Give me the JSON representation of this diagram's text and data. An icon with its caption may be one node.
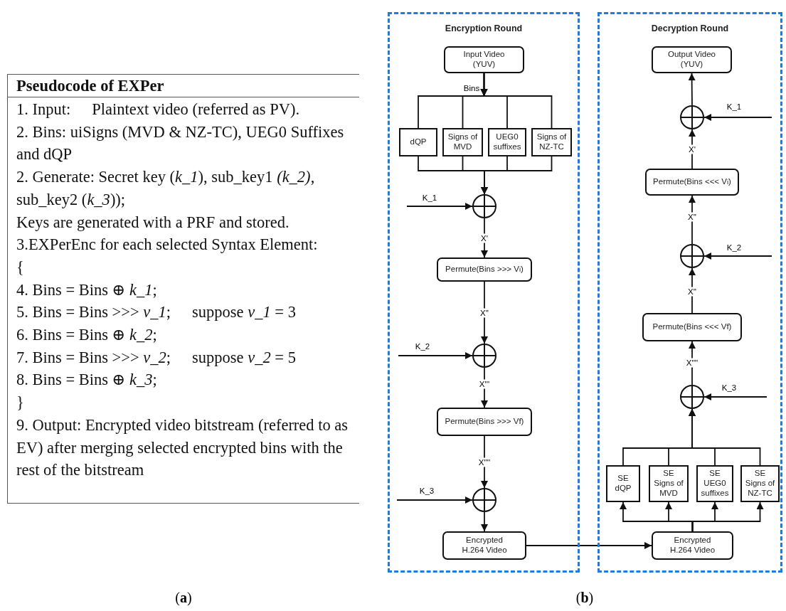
{
  "diagram": {
    "nodes": [
      {
        "text": [
          "Pseudocode of EXPer",
          "1. Input:",
          "Plaintext video (referred as PV).",
          "2. Bins: uiSigns (MVD & NZ-TC), UEG0 Suffixes and dQP",
          "2. Generate: Secret key (*k_1*), sub_key1 *(k_2)*, sub_key2 (*k_3*));",
          "Keys are generated with a PRF and stored.",
          "3.EXPerEnc for each selected Syntax Element:",
          "{",
          "4. Bins = Bins ⊕ *k_1*;",
          "5. Bins = Bins >>> *v_1*;",
          "suppose *v_1* = 3",
          "6. Bins = Bins ⊕ *k_2*;",
          "7. Bins = Bins >>> *v_2*;",
          "suppose *v_2* = 5",
          "8. Bins = Bins ⊕ *k_3*;",
          "}",
          "9. Output: Encrypted video bitstream (referred to as EV) after merging selected encrypted bins with the rest of the bitstream"
        ]
      },
      {
        "text": [
          "Encryption Round"
        ]
      },
      {
        "text": [
          "Decryption Round"
        ]
      },
      {
        "text": [
          "Input Video (YUV)"
        ],
        "in": 1
      },
      {
        "text": [
          "dQP"
        ],
        "in": 1
      },
      {
        "text": [
          "Signs of MVD"
        ],
        "in": 1
      },
      {
        "text": [
          "UEG0 suffixes"
        ],
        "in": 1
      },
      {
        "text": [
          "Signs of NZ-TC"
        ],
        "in": 1
      },
      {
        "text": [],
        "shape": "circle",
        "in": 1
      },
      {
        "text": [
          "Permute(Bins >>> V$_{i}$)"
        ],
        "in": 1
      },
      {
        "text": [],
        "shape": "circle",
        "in": 1
      },
      {
        "text": [
          "Permute(Bins >>> Vf)"
        ],
        "in": 1
      },
      {
        "text": [],
        "shape": "circle",
        "in": 1
      },
      {
        "text": [
          "Encrypted H.264 Video"
        ],
        "in": 1
      },
      {
        "text": [
          "Output Video (YUV)"
        ],
        "in": 2
      },
      {
        "text": [],
        "shape": "circle",
        "in": 2
      },
      {
        "text": [
          "Permute(Bins <<< V$_{i}$)"
        ],
        "in": 2
      },
      {
        "text": [],
        "shape": "circle",
        "in": 2
      },
      {
        "text": [
          "Permute(Bins <<< Vf)"
        ],
        "in": 2
      },
      {
        "text": [],
        "shape": "circle",
        "in": 2
      },
      {
        "text": [
          "SE dQP"
        ],
        "in": 2
      },
      {
        "text": [
          "SE Signs of MVD"
        ],
        "in": 2
      },
      {
        "text": [
          "SE UEG0 suffixes"
        ],
        "in": 2
      },
      {
        "text": [
          "SE Signs of NZ-TC"
        ],
        "in": 2
      },
      {
        "text": [
          "Encrypted H.264 Video"
        ],
        "in": 2
      }
    ],
    "edges": [
      {
        "from": 3,
        "to": 4,
        "arrow": "to",
        "label": "Bins"
      },
      {
        "from": 3,
        "to": 5,
        "arrow": "to"
      },
      {
        "from": 3,
        "to": 6,
        "arrow": "to"
      },
      {
        "from": 3,
        "to": 7,
        "arrow": "to"
      },
      {
        "from": 4,
        "to": 8,
        "arrow": "to"
      },
      {
        "from": 5,
        "to": 8,
        "arrow": "to"
      },
      {
        "from": 6,
        "to": 8,
        "arrow": "to"
      },
      {
        "from": 7,
        "to": 8,
        "arrow": "to"
      },
      {
        "from": null,
        "to": 8,
        "arrow": "to",
        "label": "K_1"
      },
      {
        "from": 8,
        "to": 9,
        "arrow": "to",
        "label": "X'"
      },
      {
        "from": 9,
        "to": 10,
        "arrow": "to",
        "label": "X''"
      },
      {
        "from": null,
        "to": 10,
        "arrow": "to",
        "label": "K_2"
      },
      {
        "from": 10,
        "to": 11,
        "arrow": "to",
        "label": "X'''"
      },
      {
        "from": 11,
        "to": 12,
        "arrow": "to",
        "label": "X''''"
      },
      {
        "from": null,
        "to": 12,
        "arrow": "to",
        "label": "K_3"
      },
      {
        "from": 12,
        "to": 13,
        "arrow": "to"
      },
      {
        "from": 13,
        "to": 24,
        "arrow": "to"
      },
      {
        "from": 24,
        "to": 20,
        "arrow": "to"
      },
      {
        "from": 24,
        "to": 21,
        "arrow": "to"
      },
      {
        "from": 24,
        "to": 22,
        "arrow": "to"
      },
      {
        "from": 24,
        "to": 23,
        "arrow": "to"
      },
      {
        "from": 20,
        "to": 19,
        "arrow": "to"
      },
      {
        "from": 21,
        "to": 19,
        "arrow": "to"
      },
      {
        "from": 22,
        "to": 19,
        "arrow": "to"
      },
      {
        "from": 23,
        "to": 19,
        "arrow": "to"
      },
      {
        "from": null,
        "to": 19,
        "arrow": "to",
        "label": "K_3"
      },
      {
        "from": 19,
        "to": 18,
        "arrow": "to",
        "label": "X''''"
      },
      {
        "from": 18,
        "to": 17,
        "arrow": "to",
        "label": "X''"
      },
      {
        "from": null,
        "to": 17,
        "arrow": "to",
        "label": "K_2"
      },
      {
        "from": 17,
        "to": 16,
        "arrow": "to",
        "label": "X''"
      },
      {
        "from": 16,
        "to": 15,
        "arrow": "to",
        "label": "X'"
      },
      {
        "from": null,
        "to": 15,
        "arrow": "to",
        "label": "K_1"
      },
      {
        "from": 15,
        "to": 14,
        "arrow": "to"
      }
    ],
    "labels": [
      "(**a**)",
      "(**b**)"
    ]
  }
}
